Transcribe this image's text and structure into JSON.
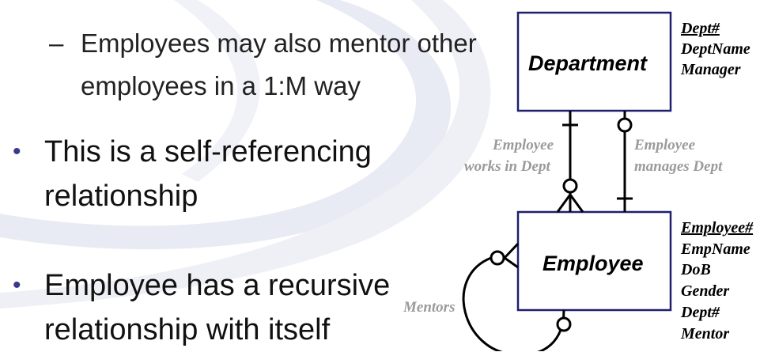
{
  "slide": {
    "sub_bullet": {
      "dash": "–",
      "text": "Employees may also mentor other employees in a 1:M way"
    },
    "bullets": [
      {
        "marker": "•",
        "text": "This is a self-referencing relationship"
      },
      {
        "marker": "•",
        "text": "Employee has a recursive relationship with itself"
      }
    ]
  },
  "diagram": {
    "entities": {
      "department": {
        "name": "Department",
        "attributes": [
          {
            "text": "Dept#",
            "key": true
          },
          {
            "text": "DeptName",
            "key": false
          },
          {
            "text": "Manager",
            "key": false
          }
        ]
      },
      "employee": {
        "name": "Employee",
        "attributes": [
          {
            "text": "Employee#",
            "key": true
          },
          {
            "text": "EmpName",
            "key": false
          },
          {
            "text": "DoB",
            "key": false
          },
          {
            "text": "Gender",
            "key": false
          },
          {
            "text": "Dept#",
            "key": false
          },
          {
            "text": "Mentor",
            "key": false
          }
        ]
      }
    },
    "relationships": {
      "works_in": {
        "line1": "Employee",
        "line2": "works in Dept"
      },
      "manages": {
        "line1": "Employee",
        "line2": "manages Dept"
      },
      "mentors": {
        "label": "Mentors"
      }
    },
    "colors": {
      "box_border": "#1f1f6e",
      "label_gray": "#9a9a9a",
      "bullet": "#3a3a8c"
    }
  }
}
